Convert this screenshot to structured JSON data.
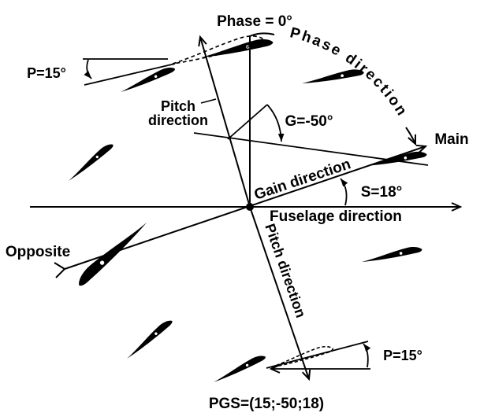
{
  "diagram": {
    "title": "Phase = 0°",
    "labels": {
      "phase_zero": "Phase = 0°",
      "phase_direction": "Phase direction",
      "pitch_top_angle": "P=15°",
      "pitch_bottom_angle": "P=15°",
      "pitch_direction_top_line1": "Pitch",
      "pitch_direction_top_line2": "direction",
      "pitch_direction_bottom": "Pitch direction",
      "gain_angle": "G=-50°",
      "gain_direction": "Gain direction",
      "shift_angle": "S=18°",
      "fuselage_direction": "Fuselage direction",
      "main": "Main",
      "opposite": "Opposite",
      "pgs": "PGS=(15;-50;18)"
    },
    "parameters": {
      "pitch_deg": 15,
      "gain_deg": -50,
      "shift_deg": 18
    },
    "colors": {
      "ink": "#000000",
      "background": "#ffffff"
    }
  }
}
